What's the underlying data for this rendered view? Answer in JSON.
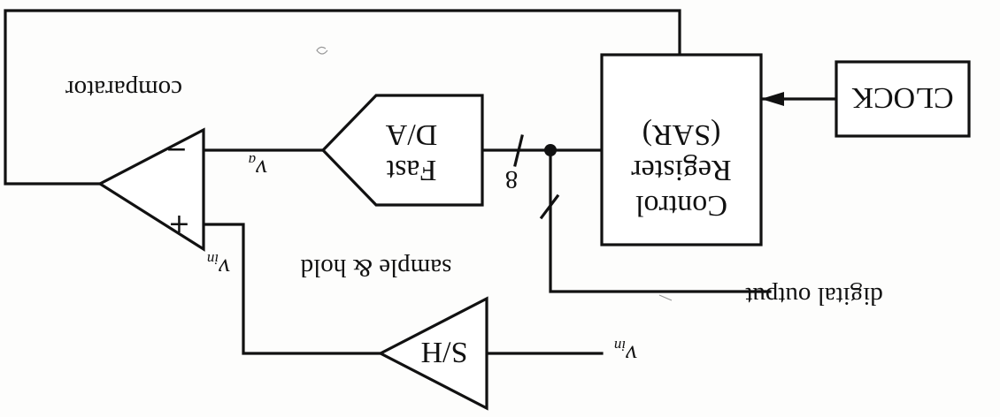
{
  "blocks": {
    "clock": "CLOCK",
    "control_register": [
      "Control",
      "Register",
      "(SAR)"
    ],
    "dac": [
      "Fast",
      "D/A"
    ],
    "sample_hold": "S/H",
    "comparator_minus": "−",
    "comparator_plus": "+"
  },
  "labels": {
    "comparator": "comparator",
    "sample_hold": "sample & hold",
    "digital_output": "digital output",
    "bus_width": "8",
    "va_main": "v",
    "va_sub": "a",
    "vin_main": "v",
    "vin_sub": "in",
    "vin_cmp_main": "v",
    "vin_cmp_sub": "in"
  }
}
